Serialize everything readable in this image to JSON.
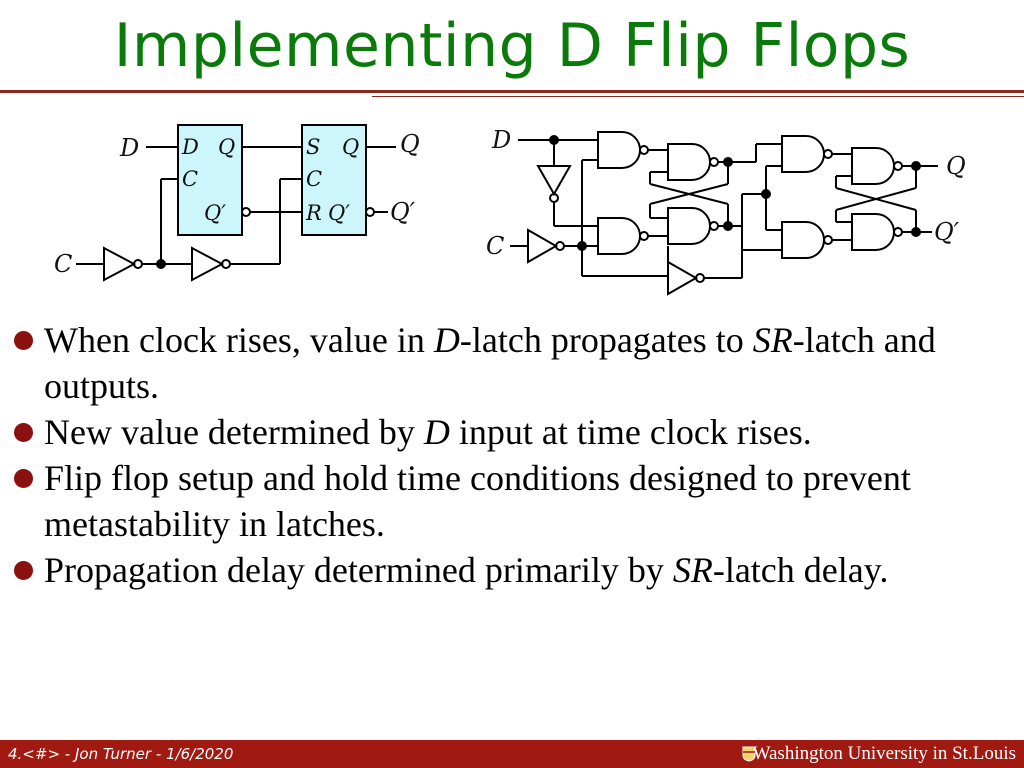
{
  "slide": {
    "title": "Implementing D Flip Flops",
    "bullets": [
      {
        "parts": [
          {
            "text": "When clock rises, value in ",
            "italic": false
          },
          {
            "text": "D",
            "italic": true
          },
          {
            "text": "-latch propagates to ",
            "italic": false
          },
          {
            "text": "SR",
            "italic": true
          },
          {
            "text": "-latch and outputs.",
            "italic": false
          }
        ]
      },
      {
        "parts": [
          {
            "text": "New value determined by ",
            "italic": false
          },
          {
            "text": "D",
            "italic": true
          },
          {
            "text": " input at time clock rises.",
            "italic": false
          }
        ]
      },
      {
        "parts": [
          {
            "text": "Flip flop setup and hold time conditions designed to prevent metastability in latches.",
            "italic": false
          }
        ]
      },
      {
        "parts": [
          {
            "text": "Propagation delay determined primarily by ",
            "italic": false
          },
          {
            "text": "SR",
            "italic": true
          },
          {
            "text": "-latch delay.",
            "italic": false
          }
        ]
      }
    ]
  },
  "diagram_left": {
    "input_d": "D",
    "input_c": "C",
    "dlatch_d": "D",
    "dlatch_q": "Q",
    "dlatch_c": "C",
    "dlatch_qbar": "Q′",
    "srlatch_s": "S",
    "srlatch_q": "Q",
    "srlatch_c": "C",
    "srlatch_r": "R",
    "srlatch_qbar": "Q′",
    "out_q": "Q",
    "out_qbar": "Q′"
  },
  "diagram_right": {
    "input_d": "D",
    "input_c": "C",
    "out_q": "Q",
    "out_qbar": "Q′"
  },
  "footer": {
    "left": "4.<#> - Jon Turner - 1/6/2020",
    "right": "Washington University in St.Louis"
  },
  "colors": {
    "title": "#0a7a0a",
    "rule": "#8b2a1c",
    "bullet": "#8b1010",
    "footer_bg": "#a11a12",
    "latch_fill": "#ccf6fb"
  }
}
